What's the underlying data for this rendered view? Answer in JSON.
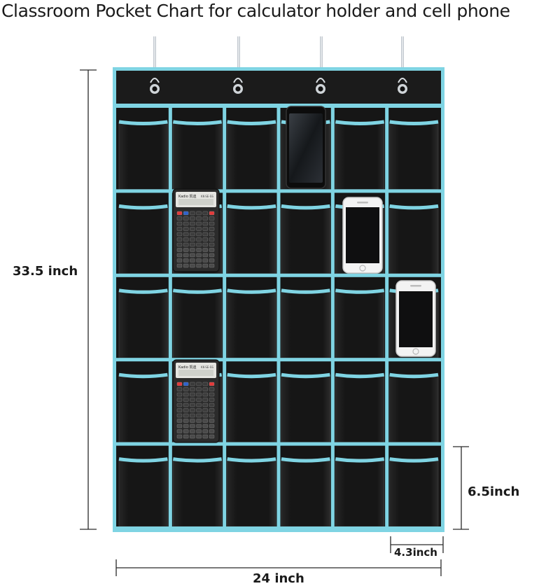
{
  "title": "Classroom Pocket Chart for calculator holder and cell phone",
  "dimensions": {
    "height": "33.5 inch",
    "width": "24 inch",
    "pocket_height": "6.5inch",
    "pocket_width": "4.3inch"
  },
  "chart": {
    "rows": 5,
    "columns": 6,
    "fabric_color": "#161616",
    "trim_color": "#7fd4e3"
  },
  "calculator": {
    "brand": "Kadio 凯迪",
    "logo": "KK-SE-SS"
  }
}
